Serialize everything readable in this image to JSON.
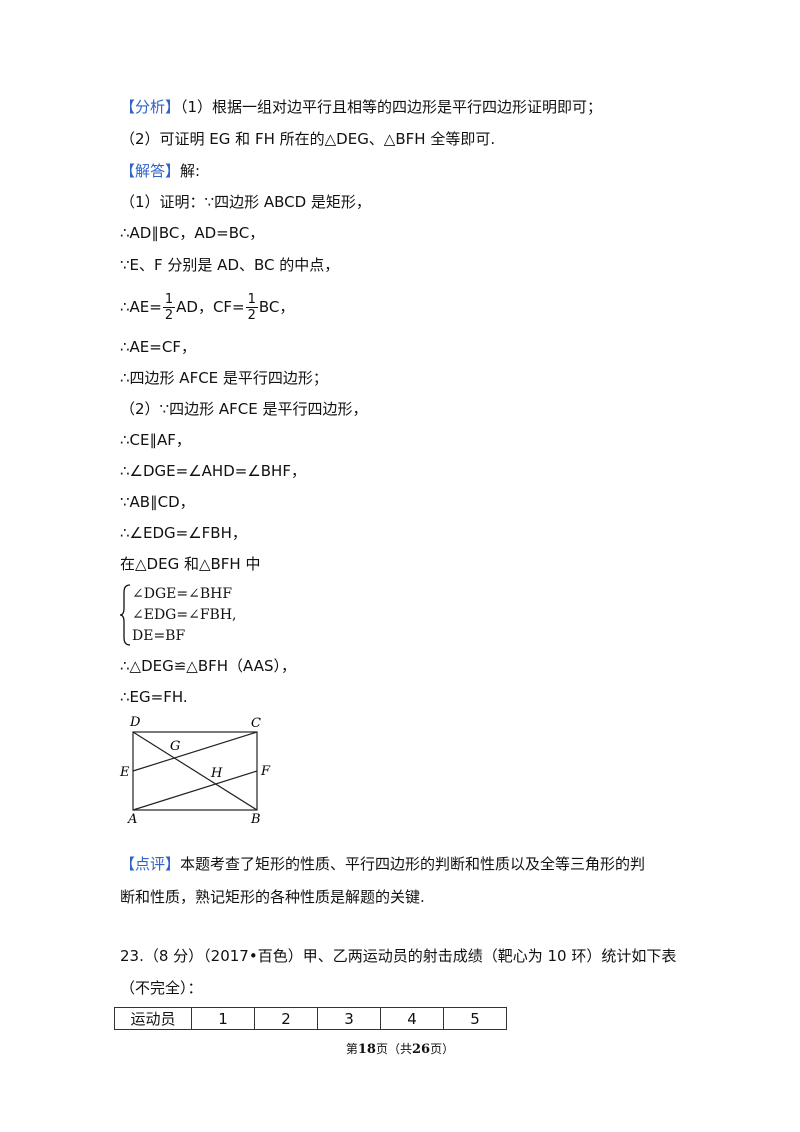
{
  "analysis": {
    "tag": "【分析】",
    "line1": "（1）根据一组对边平行且相等的四边形是平行四边形证明即可；",
    "line2": "（2）可证明 EG 和 FH 所在的△DEG、△BFH 全等即可."
  },
  "solution": {
    "tag": "【解答】",
    "lead": "解:",
    "steps": [
      "（1）证明：∵四边形 ABCD 是矩形，",
      "∴AD∥BC，AD=BC，",
      "∵E、F 分别是 AD、BC 的中点，",
      "∴AE=",
      "AD，CF=",
      "BC，",
      "∴AE=CF，",
      "∴四边形 AFCE 是平行四边形；",
      "（2）∵四边形 AFCE 是平行四边形，",
      "∴CE∥AF，",
      "∴∠DGE=∠AHD=∠BHF，",
      "∵AB∥CD，",
      "∴∠EDG=∠FBH，",
      "在△DEG 和△BFH 中",
      "∴△DEG≌△BFH（AAS），",
      "∴EG=FH."
    ],
    "fraction": {
      "num": "1",
      "den": "2"
    },
    "system": [
      "∠DGE=∠BHF",
      "∠EDG=∠FBH,",
      "DE=BF"
    ]
  },
  "figure": {
    "labels": {
      "A": "A",
      "B": "B",
      "C": "C",
      "D": "D",
      "E": "E",
      "F": "F",
      "G": "G",
      "H": "H"
    }
  },
  "comment": {
    "tag": "【点评】",
    "line1": "本题考查了矩形的性质、平行四边形的判断和性质以及全等三角形的判",
    "line2": "断和性质，熟记矩形的各种性质是解题的关键."
  },
  "problem23": {
    "line1": "23.（8 分）（2017•百色）甲、乙两运动员的射击成绩（靶心为 10 环）统计如下表",
    "line2": "（不完全）："
  },
  "table": {
    "header": [
      "运动员",
      "1",
      "2",
      "3",
      "4",
      "5"
    ]
  },
  "footer": {
    "pre": "第",
    "page": "18",
    "mid": "页（共",
    "total": "26",
    "post": "页）"
  }
}
